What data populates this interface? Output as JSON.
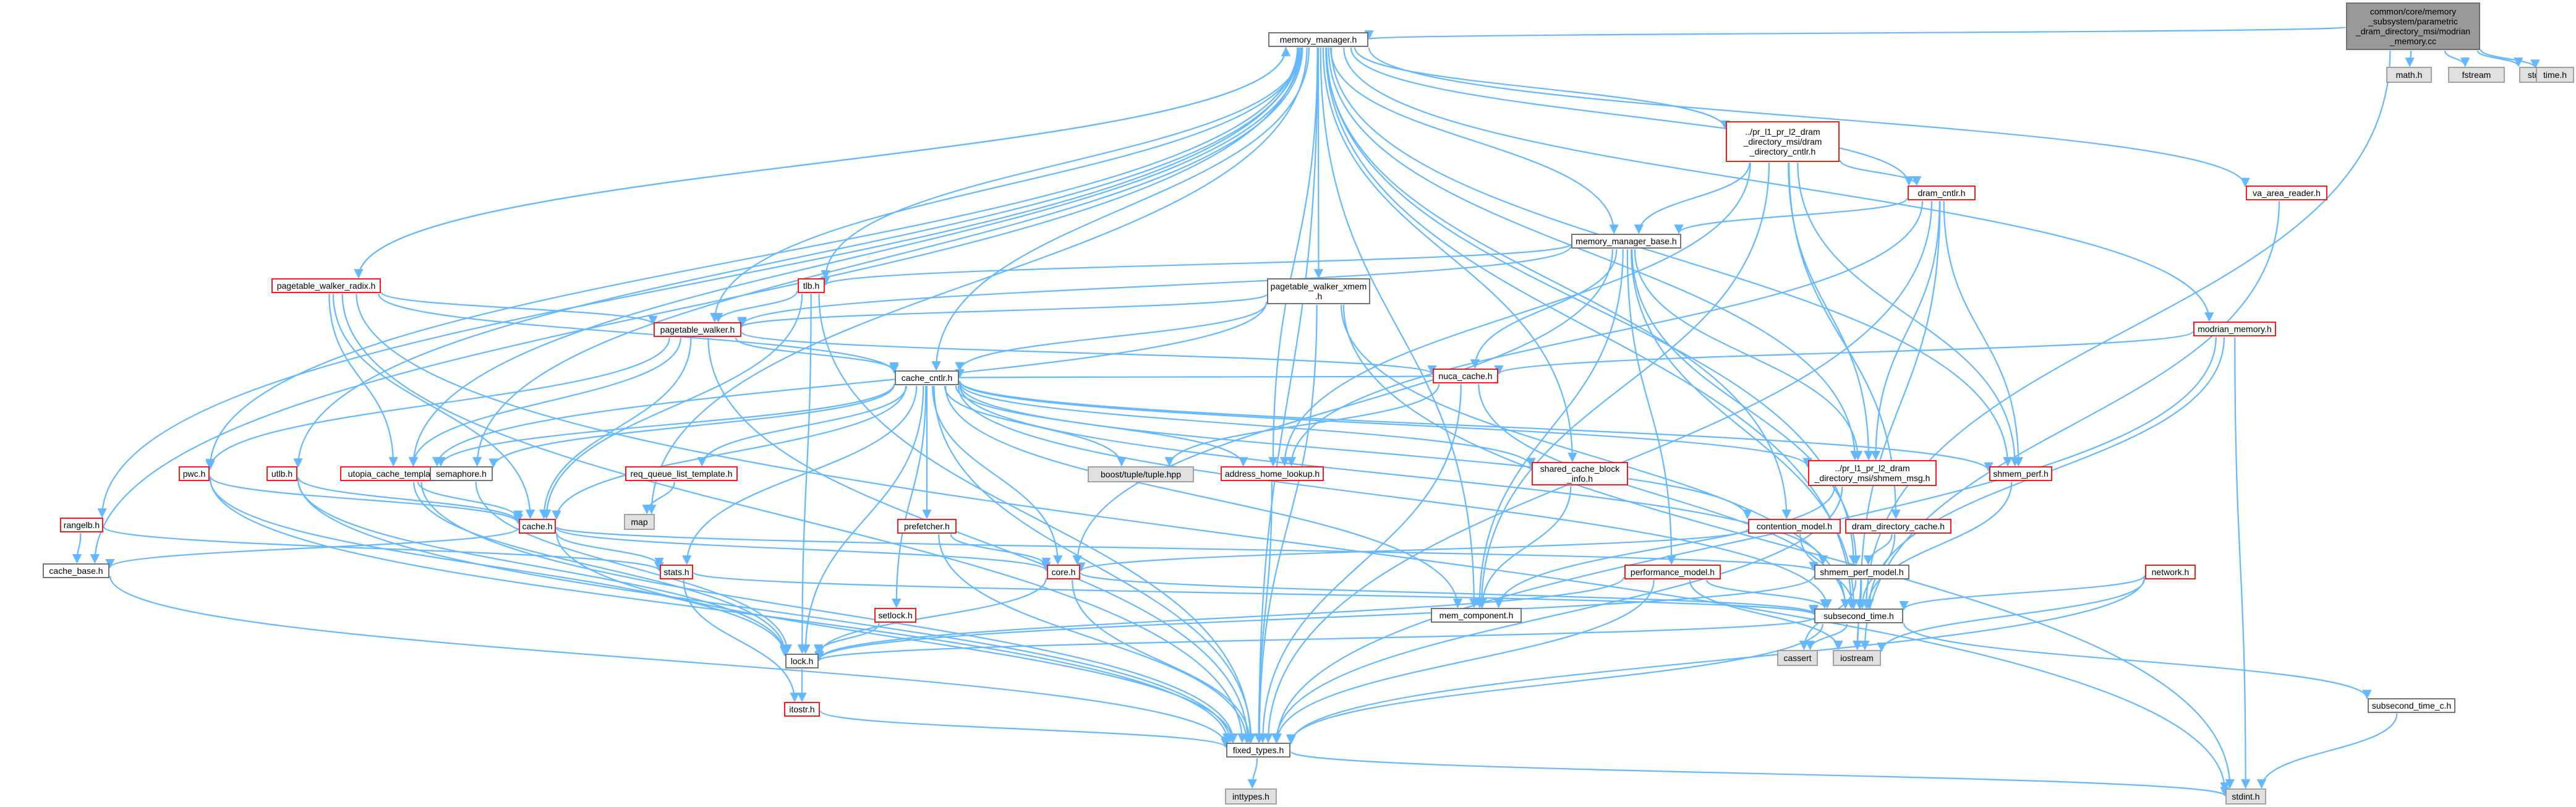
{
  "nodes": [
    {
      "id": "root",
      "kind": "root",
      "lines": [
        "common/core/memory",
        "_subsystem/parametric",
        "_dram_directory_msi/modrian",
        "_memory.cc"
      ]
    },
    {
      "id": "memory_manager",
      "kind": "normal",
      "lines": [
        "memory_manager.h"
      ]
    },
    {
      "id": "math",
      "kind": "sys",
      "lines": [
        "math.h"
      ]
    },
    {
      "id": "fstream",
      "kind": "sys",
      "lines": [
        "fstream"
      ]
    },
    {
      "id": "stdlib",
      "kind": "sys",
      "lines": [
        "stdlib.h"
      ]
    },
    {
      "id": "time",
      "kind": "sys",
      "lines": [
        "time.h"
      ]
    },
    {
      "id": "pr_dram_dir_cntlr",
      "kind": "red",
      "lines": [
        "../pr_l1_pr_l2_dram",
        "_directory_msi/dram",
        "_directory_cntlr.h"
      ]
    },
    {
      "id": "dram_cntlr",
      "kind": "red",
      "lines": [
        "dram_cntlr.h"
      ]
    },
    {
      "id": "va_area_reader",
      "kind": "red",
      "lines": [
        "va_area_reader.h"
      ]
    },
    {
      "id": "memory_manager_base",
      "kind": "normal",
      "lines": [
        "memory_manager_base.h"
      ]
    },
    {
      "id": "pagetable_walker_radix",
      "kind": "red",
      "lines": [
        "pagetable_walker_radix.h"
      ]
    },
    {
      "id": "tlb",
      "kind": "red",
      "lines": [
        "tlb.h"
      ]
    },
    {
      "id": "pagetable_walker_xmem",
      "kind": "normal",
      "lines": [
        "pagetable_walker_xmem",
        ".h"
      ]
    },
    {
      "id": "modrian_memory",
      "kind": "red",
      "lines": [
        "modrian_memory.h"
      ]
    },
    {
      "id": "pagetable_walker",
      "kind": "red",
      "lines": [
        "pagetable_walker.h"
      ]
    },
    {
      "id": "nuca_cache",
      "kind": "red",
      "lines": [
        "nuca_cache.h"
      ]
    },
    {
      "id": "cache_cntlr",
      "kind": "normal",
      "lines": [
        "cache_cntlr.h"
      ]
    },
    {
      "id": "pwc",
      "kind": "red",
      "lines": [
        "pwc.h"
      ]
    },
    {
      "id": "utlb",
      "kind": "red",
      "lines": [
        "utlb.h"
      ]
    },
    {
      "id": "utopia_cache_template",
      "kind": "red",
      "lines": [
        "utopia_cache_template.h"
      ]
    },
    {
      "id": "semaphore",
      "kind": "normal",
      "lines": [
        "semaphore.h"
      ]
    },
    {
      "id": "req_queue_list_template",
      "kind": "red",
      "lines": [
        "req_queue_list_template.h"
      ]
    },
    {
      "id": "boost_tuple",
      "kind": "sys",
      "lines": [
        "boost/tuple/tuple.hpp"
      ]
    },
    {
      "id": "address_home_lookup",
      "kind": "red",
      "lines": [
        "address_home_lookup.h"
      ]
    },
    {
      "id": "shared_cache_block_info",
      "kind": "red",
      "lines": [
        "shared_cache_block",
        "_info.h"
      ]
    },
    {
      "id": "pr_shmem_msg",
      "kind": "red",
      "lines": [
        "../pr_l1_pr_l2_dram",
        "_directory_msi/shmem_msg.h"
      ]
    },
    {
      "id": "shmem_perf",
      "kind": "red",
      "lines": [
        "shmem_perf.h"
      ]
    },
    {
      "id": "rangelb",
      "kind": "red",
      "lines": [
        "rangelb.h"
      ]
    },
    {
      "id": "cache_base",
      "kind": "normal",
      "lines": [
        "cache_base.h"
      ]
    },
    {
      "id": "map",
      "kind": "sys",
      "lines": [
        "map"
      ]
    },
    {
      "id": "cache",
      "kind": "red",
      "lines": [
        "cache.h"
      ]
    },
    {
      "id": "prefetcher",
      "kind": "red",
      "lines": [
        "prefetcher.h"
      ]
    },
    {
      "id": "contention_model",
      "kind": "red",
      "lines": [
        "contention_model.h"
      ]
    },
    {
      "id": "dram_directory_cache",
      "kind": "red",
      "lines": [
        "dram_directory_cache.h"
      ]
    },
    {
      "id": "stats",
      "kind": "red",
      "lines": [
        "stats.h"
      ]
    },
    {
      "id": "core",
      "kind": "red",
      "lines": [
        "core.h"
      ]
    },
    {
      "id": "performance_model",
      "kind": "red",
      "lines": [
        "performance_model.h"
      ]
    },
    {
      "id": "shmem_perf_model",
      "kind": "normal",
      "lines": [
        "shmem_perf_model.h"
      ]
    },
    {
      "id": "network",
      "kind": "red",
      "lines": [
        "network.h"
      ]
    },
    {
      "id": "setlock",
      "kind": "red",
      "lines": [
        "setlock.h"
      ]
    },
    {
      "id": "mem_component",
      "kind": "normal",
      "lines": [
        "mem_component.h"
      ]
    },
    {
      "id": "subsecond_time",
      "kind": "normal",
      "lines": [
        "subsecond_time.h"
      ]
    },
    {
      "id": "lock",
      "kind": "normal",
      "lines": [
        "lock.h"
      ]
    },
    {
      "id": "cassert",
      "kind": "sys",
      "lines": [
        "cassert"
      ]
    },
    {
      "id": "iostream",
      "kind": "sys",
      "lines": [
        "iostream"
      ]
    },
    {
      "id": "itostr",
      "kind": "red",
      "lines": [
        "itostr.h"
      ]
    },
    {
      "id": "subsecond_time_c",
      "kind": "normal",
      "lines": [
        "subsecond_time_c.h"
      ]
    },
    {
      "id": "fixed_types",
      "kind": "normal",
      "lines": [
        "fixed_types.h"
      ]
    },
    {
      "id": "inttypes",
      "kind": "sys",
      "lines": [
        "inttypes.h"
      ]
    },
    {
      "id": "stdint",
      "kind": "sys",
      "lines": [
        "stdint.h"
      ]
    }
  ],
  "edges": [
    [
      "root",
      "memory_manager"
    ],
    [
      "root",
      "math"
    ],
    [
      "root",
      "fstream"
    ],
    [
      "root",
      "stdlib"
    ],
    [
      "root",
      "time"
    ],
    [
      "root",
      "subsecond_time"
    ],
    [
      "memory_manager",
      "pr_dram_dir_cntlr"
    ],
    [
      "memory_manager",
      "dram_cntlr"
    ],
    [
      "memory_manager",
      "va_area_reader"
    ],
    [
      "memory_manager",
      "memory_manager_base"
    ],
    [
      "memory_manager",
      "pagetable_walker_radix"
    ],
    [
      "memory_manager",
      "tlb"
    ],
    [
      "memory_manager",
      "pagetable_walker_xmem"
    ],
    [
      "memory_manager",
      "modrian_memory"
    ],
    [
      "memory_manager",
      "pagetable_walker"
    ],
    [
      "memory_manager",
      "cache_cntlr"
    ],
    [
      "memory_manager",
      "pwc"
    ],
    [
      "memory_manager",
      "utlb"
    ],
    [
      "memory_manager",
      "utopia_cache_template"
    ],
    [
      "memory_manager",
      "semaphore"
    ],
    [
      "memory_manager",
      "address_home_lookup"
    ],
    [
      "memory_manager",
      "shared_cache_block_info"
    ],
    [
      "memory_manager",
      "pr_shmem_msg"
    ],
    [
      "memory_manager",
      "shmem_perf"
    ],
    [
      "memory_manager",
      "rangelb"
    ],
    [
      "memory_manager",
      "cache_base"
    ],
    [
      "memory_manager",
      "map"
    ],
    [
      "memory_manager",
      "contention_model"
    ],
    [
      "memory_manager",
      "shmem_perf_model"
    ],
    [
      "memory_manager",
      "mem_component"
    ],
    [
      "memory_manager",
      "subsecond_time"
    ],
    [
      "memory_manager",
      "fixed_types"
    ],
    [
      "pr_dram_dir_cntlr",
      "memory_manager_base"
    ],
    [
      "pr_dram_dir_cntlr",
      "dram_cntlr"
    ],
    [
      "pr_dram_dir_cntlr",
      "address_home_lookup"
    ],
    [
      "pr_dram_dir_cntlr",
      "pr_shmem_msg"
    ],
    [
      "pr_dram_dir_cntlr",
      "dram_directory_cache"
    ],
    [
      "pr_dram_dir_cntlr",
      "mem_component"
    ],
    [
      "pr_dram_dir_cntlr",
      "shmem_perf"
    ],
    [
      "dram_cntlr",
      "memory_manager_base"
    ],
    [
      "dram_cntlr",
      "pr_shmem_msg"
    ],
    [
      "dram_cntlr",
      "shmem_perf"
    ],
    [
      "dram_cntlr",
      "subsecond_time"
    ],
    [
      "dram_cntlr",
      "fixed_types"
    ],
    [
      "dram_cntlr",
      "address_home_lookup"
    ],
    [
      "va_area_reader",
      "iostream"
    ],
    [
      "memory_manager_base",
      "tlb"
    ],
    [
      "memory_manager_base",
      "pagetable_walker"
    ],
    [
      "memory_manager_base",
      "nuca_cache"
    ],
    [
      "memory_manager_base",
      "core"
    ],
    [
      "memory_manager_base",
      "mem_component"
    ],
    [
      "memory_manager_base",
      "performance_model"
    ],
    [
      "memory_manager_base",
      "shmem_perf_model"
    ],
    [
      "memory_manager_base",
      "pr_shmem_msg"
    ],
    [
      "memory_manager_base",
      "subsecond_time"
    ],
    [
      "pagetable_walker_radix",
      "pagetable_walker"
    ],
    [
      "pagetable_walker_radix",
      "cache_cntlr"
    ],
    [
      "pagetable_walker_radix",
      "utopia_cache_template"
    ],
    [
      "pagetable_walker_radix",
      "cache"
    ],
    [
      "pagetable_walker_radix",
      "fixed_types"
    ],
    [
      "pagetable_walker_radix",
      "stdint"
    ],
    [
      "pagetable_walker_radix",
      "memory_manager"
    ],
    [
      "tlb",
      "pagetable_walker"
    ],
    [
      "tlb",
      "cache"
    ],
    [
      "tlb",
      "lock"
    ],
    [
      "tlb",
      "fixed_types"
    ],
    [
      "pagetable_walker_xmem",
      "pagetable_walker"
    ],
    [
      "pagetable_walker_xmem",
      "cache_cntlr"
    ],
    [
      "pagetable_walker_xmem",
      "utopia_cache_template"
    ],
    [
      "pagetable_walker_xmem",
      "fixed_types"
    ],
    [
      "pagetable_walker_xmem",
      "subsecond_time"
    ],
    [
      "pagetable_walker_xmem",
      "stdint"
    ],
    [
      "modrian_memory",
      "nuca_cache"
    ],
    [
      "modrian_memory",
      "subsecond_time"
    ],
    [
      "modrian_memory",
      "fixed_types"
    ],
    [
      "modrian_memory",
      "stdint"
    ],
    [
      "pagetable_walker",
      "cache_cntlr"
    ],
    [
      "pagetable_walker",
      "nuca_cache"
    ],
    [
      "pagetable_walker",
      "pwc"
    ],
    [
      "pagetable_walker",
      "utopia_cache_template"
    ],
    [
      "pagetable_walker",
      "cache"
    ],
    [
      "pagetable_walker",
      "fixed_types"
    ],
    [
      "nuca_cache",
      "cache_cntlr"
    ],
    [
      "nuca_cache",
      "boost_tuple"
    ],
    [
      "nuca_cache",
      "subsecond_time"
    ],
    [
      "nuca_cache",
      "fixed_types"
    ],
    [
      "cache_cntlr",
      "utopia_cache_template"
    ],
    [
      "cache_cntlr",
      "semaphore"
    ],
    [
      "cache_cntlr",
      "req_queue_list_template"
    ],
    [
      "cache_cntlr",
      "boost_tuple"
    ],
    [
      "cache_cntlr",
      "address_home_lookup"
    ],
    [
      "cache_cntlr",
      "shared_cache_block_info"
    ],
    [
      "cache_cntlr",
      "pr_shmem_msg"
    ],
    [
      "cache_cntlr",
      "shmem_perf"
    ],
    [
      "cache_cntlr",
      "cache"
    ],
    [
      "cache_cntlr",
      "prefetcher"
    ],
    [
      "cache_cntlr",
      "contention_model"
    ],
    [
      "cache_cntlr",
      "stats"
    ],
    [
      "cache_cntlr",
      "core"
    ],
    [
      "cache_cntlr",
      "setlock"
    ],
    [
      "cache_cntlr",
      "mem_component"
    ],
    [
      "cache_cntlr",
      "subsecond_time"
    ],
    [
      "cache_cntlr",
      "lock"
    ],
    [
      "cache_cntlr",
      "fixed_types"
    ],
    [
      "cache_cntlr",
      "shmem_perf_model"
    ],
    [
      "pwc",
      "cache"
    ],
    [
      "pwc",
      "lock"
    ],
    [
      "pwc",
      "fixed_types"
    ],
    [
      "utlb",
      "cache"
    ],
    [
      "utlb",
      "lock"
    ],
    [
      "utlb",
      "fixed_types"
    ],
    [
      "utopia_cache_template",
      "cache"
    ],
    [
      "utopia_cache_template",
      "lock"
    ],
    [
      "utopia_cache_template",
      "fixed_types"
    ],
    [
      "semaphore",
      "lock"
    ],
    [
      "req_queue_list_template",
      "map"
    ],
    [
      "address_home_lookup",
      "fixed_types"
    ],
    [
      "shared_cache_block_info",
      "mem_component"
    ],
    [
      "pr_shmem_msg",
      "mem_component"
    ],
    [
      "pr_shmem_msg",
      "fixed_types"
    ],
    [
      "shmem_perf",
      "subsecond_time"
    ],
    [
      "rangelb",
      "cache_base"
    ],
    [
      "rangelb",
      "stats"
    ],
    [
      "cache_base",
      "fixed_types"
    ],
    [
      "cache",
      "cache_base"
    ],
    [
      "cache",
      "stats"
    ],
    [
      "cache",
      "core"
    ],
    [
      "cache",
      "shmem_perf_model"
    ],
    [
      "cache",
      "fixed_types"
    ],
    [
      "prefetcher",
      "core"
    ],
    [
      "prefetcher",
      "fixed_types"
    ],
    [
      "contention_model",
      "subsecond_time"
    ],
    [
      "contention_model",
      "core"
    ],
    [
      "dram_directory_cache",
      "shmem_perf_model"
    ],
    [
      "dram_directory_cache",
      "subsecond_time"
    ],
    [
      "stats",
      "itostr"
    ],
    [
      "stats",
      "subsecond_time"
    ],
    [
      "core",
      "lock"
    ],
    [
      "core",
      "subsecond_time"
    ],
    [
      "core",
      "fixed_types"
    ],
    [
      "performance_model",
      "subsecond_time"
    ],
    [
      "performance_model",
      "lock"
    ],
    [
      "performance_model",
      "iostream"
    ],
    [
      "performance_model",
      "fixed_types"
    ],
    [
      "shmem_perf_model",
      "subsecond_time"
    ],
    [
      "shmem_perf_model",
      "lock"
    ],
    [
      "shmem_perf_model",
      "cassert"
    ],
    [
      "shmem_perf_model",
      "iostream"
    ],
    [
      "network",
      "subsecond_time"
    ],
    [
      "network",
      "fixed_types"
    ],
    [
      "network",
      "iostream"
    ],
    [
      "setlock",
      "lock"
    ],
    [
      "subsecond_time",
      "lock"
    ],
    [
      "subsecond_time",
      "cassert"
    ],
    [
      "subsecond_time",
      "iostream"
    ],
    [
      "subsecond_time",
      "subsecond_time_c"
    ],
    [
      "subsecond_time",
      "fixed_types"
    ],
    [
      "lock",
      "itostr"
    ],
    [
      "itostr",
      "fixed_types"
    ],
    [
      "subsecond_time_c",
      "stdint"
    ],
    [
      "fixed_types",
      "inttypes"
    ],
    [
      "fixed_types",
      "stdint"
    ]
  ]
}
